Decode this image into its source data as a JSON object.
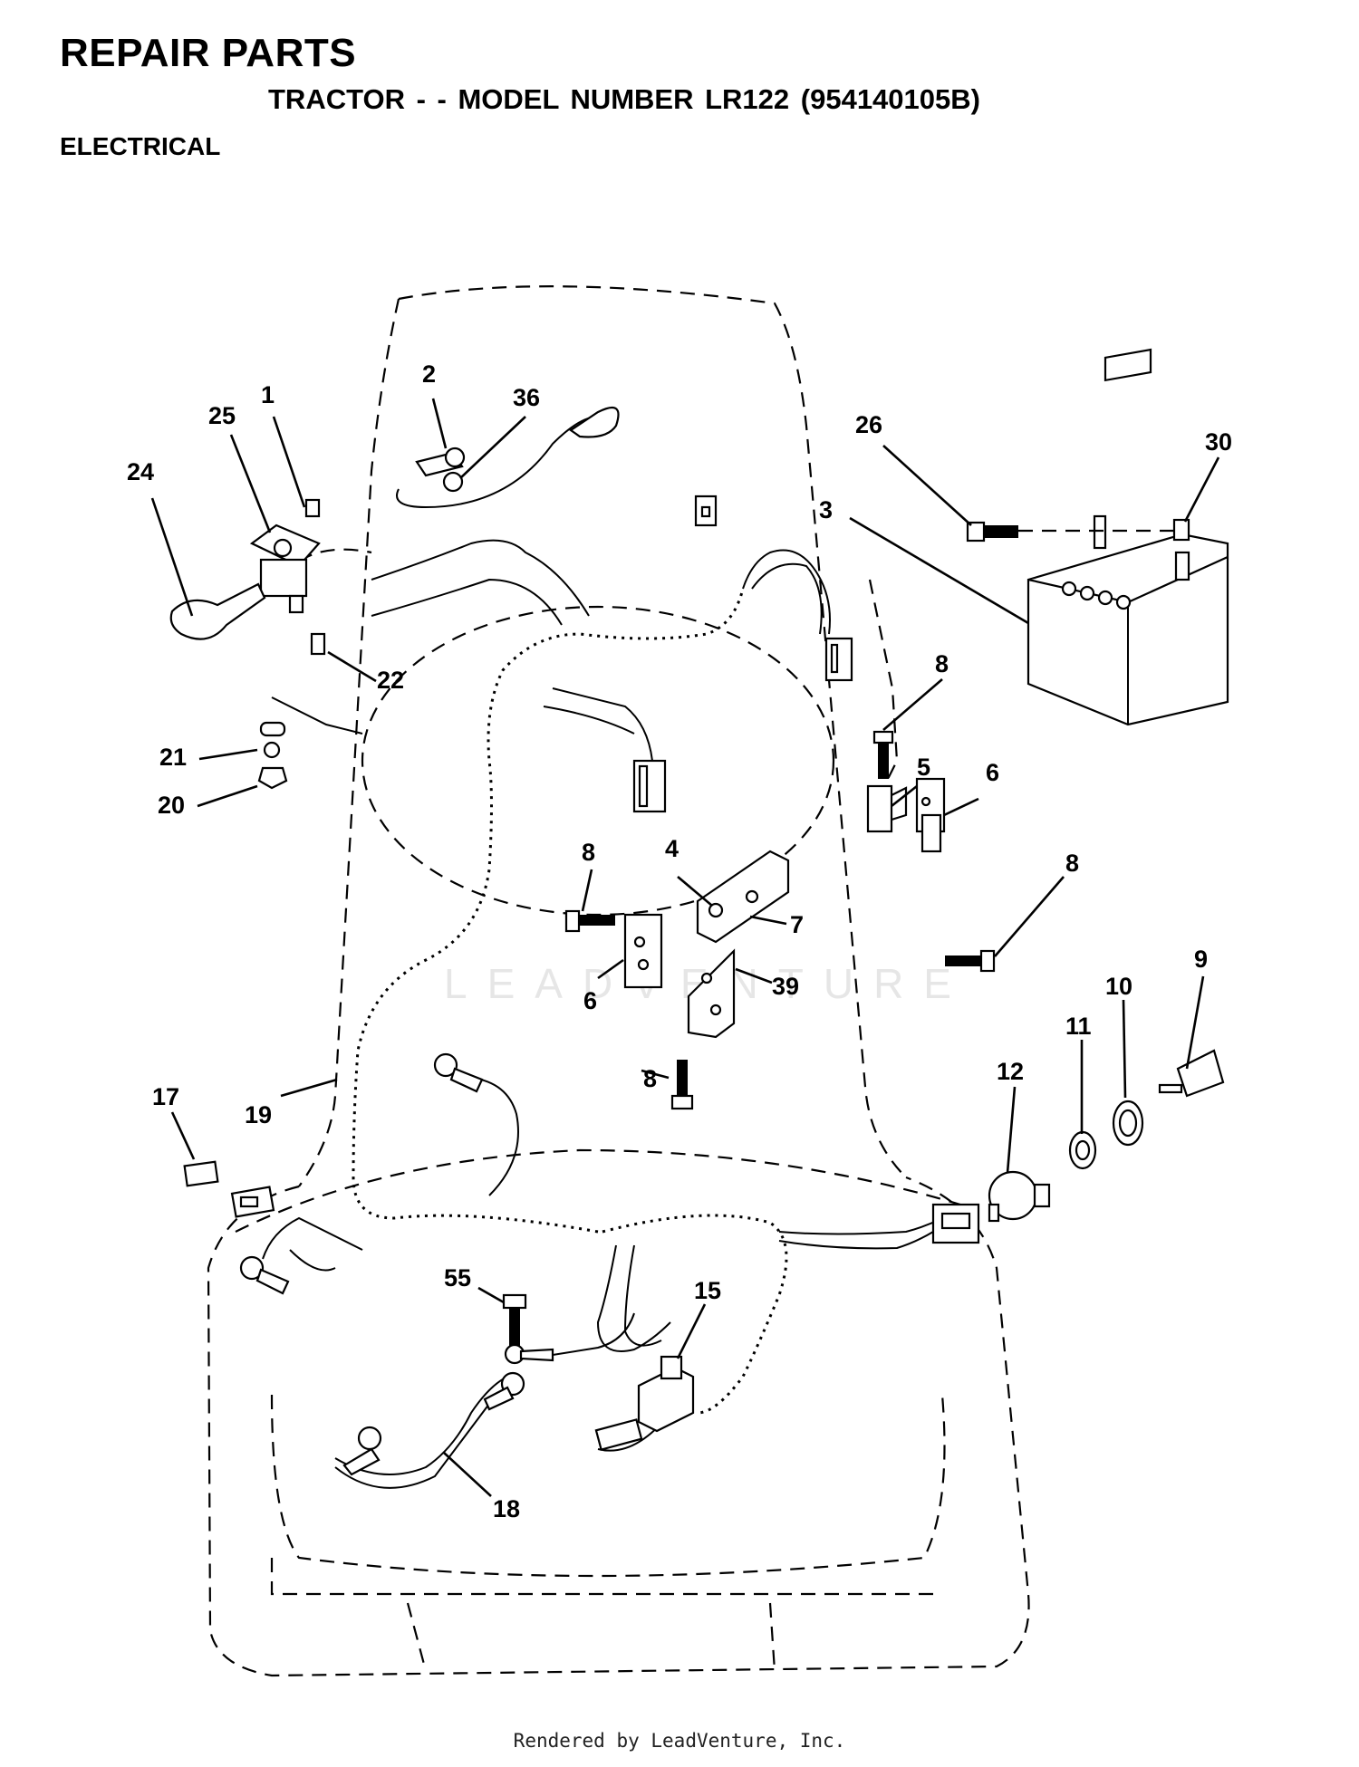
{
  "header": {
    "title": "REPAIR PARTS",
    "subtitle": "TRACTOR - - MODEL NUMBER LR122 (954140105B)",
    "section": "ELECTRICAL"
  },
  "watermark": "LEADVENTURE",
  "footer": "Rendered by LeadVenture, Inc.",
  "callouts": [
    "1",
    "2",
    "36",
    "25",
    "24",
    "26",
    "30",
    "3",
    "22",
    "8",
    "21",
    "20",
    "5",
    "6",
    "4",
    "8",
    "8",
    "7",
    "39",
    "6",
    "8",
    "9",
    "10",
    "11",
    "12",
    "17",
    "19",
    "55",
    "15",
    "18"
  ]
}
